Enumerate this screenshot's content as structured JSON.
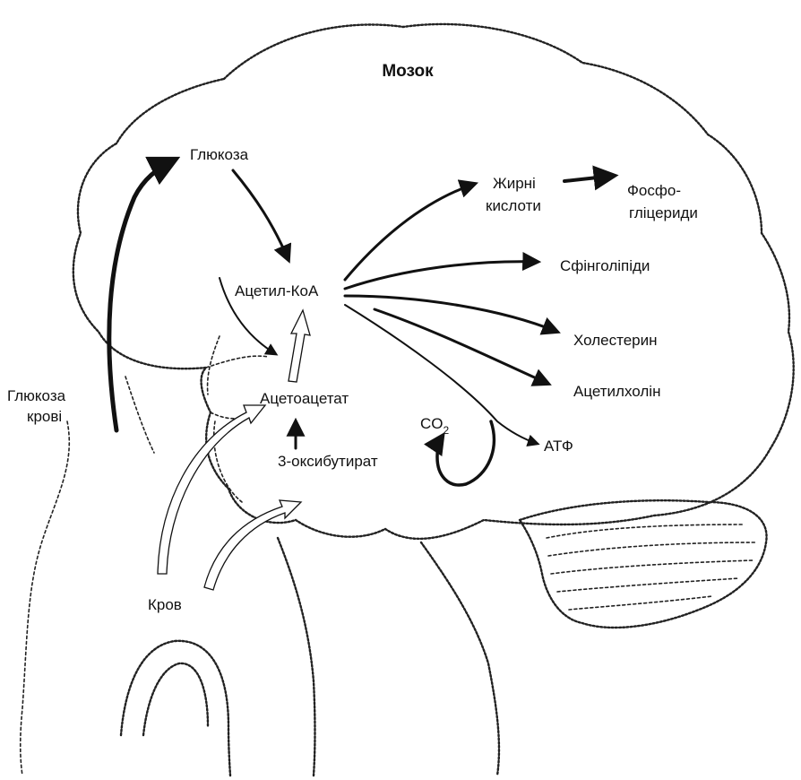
{
  "title": "Мозок",
  "labels": {
    "glucose": "Глюкоза",
    "acetyl_coa": "Ацетил-КоА",
    "acetoacetate": "Ацетоацетат",
    "hydroxybutyrate": "3-оксибутират",
    "blood": "Кров",
    "blood_glucose_line1": "Глюкоза",
    "blood_glucose_line2": "крові",
    "fatty_acids_line1": "Жирні",
    "fatty_acids_line2": "кислоти",
    "phosphoglycerides_line1": "Фосфо-",
    "phosphoglycerides_line2": "гліцериди",
    "sphingolipids": "Сфінголіпіди",
    "cholesterol": "Холестерин",
    "acetylcholine": "Ацетилхолін",
    "co2_base": "CO",
    "co2_sub": "2",
    "atp": "АТФ"
  },
  "colors": {
    "ink": "#111111",
    "background": "#ffffff"
  }
}
